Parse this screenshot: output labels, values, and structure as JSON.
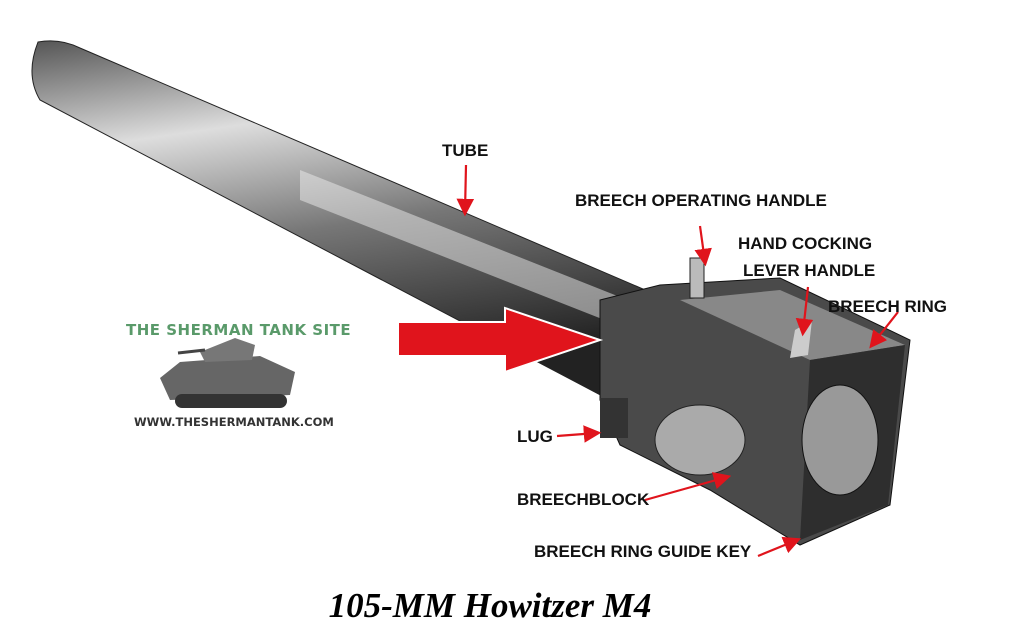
{
  "labels": {
    "tube": "TUBE",
    "breech_operating_handle": "BREECH OPERATING HANDLE",
    "hand_cocking_1": "HAND COCKING",
    "hand_cocking_2": "LEVER HANDLE",
    "breech_ring": "BREECH RING",
    "lug": "LUG",
    "breechblock": "BREECHBLOCK",
    "guide_key": "BREECH RING GUIDE KEY"
  },
  "logo": {
    "title": "THE SHERMAN TANK SITE",
    "url": "WWW.THESHERMANTANK.COM"
  },
  "caption": "105-MM Howitzer M4",
  "colors": {
    "arrow": "#e0141c",
    "logo_green": "#5a9a6a"
  }
}
